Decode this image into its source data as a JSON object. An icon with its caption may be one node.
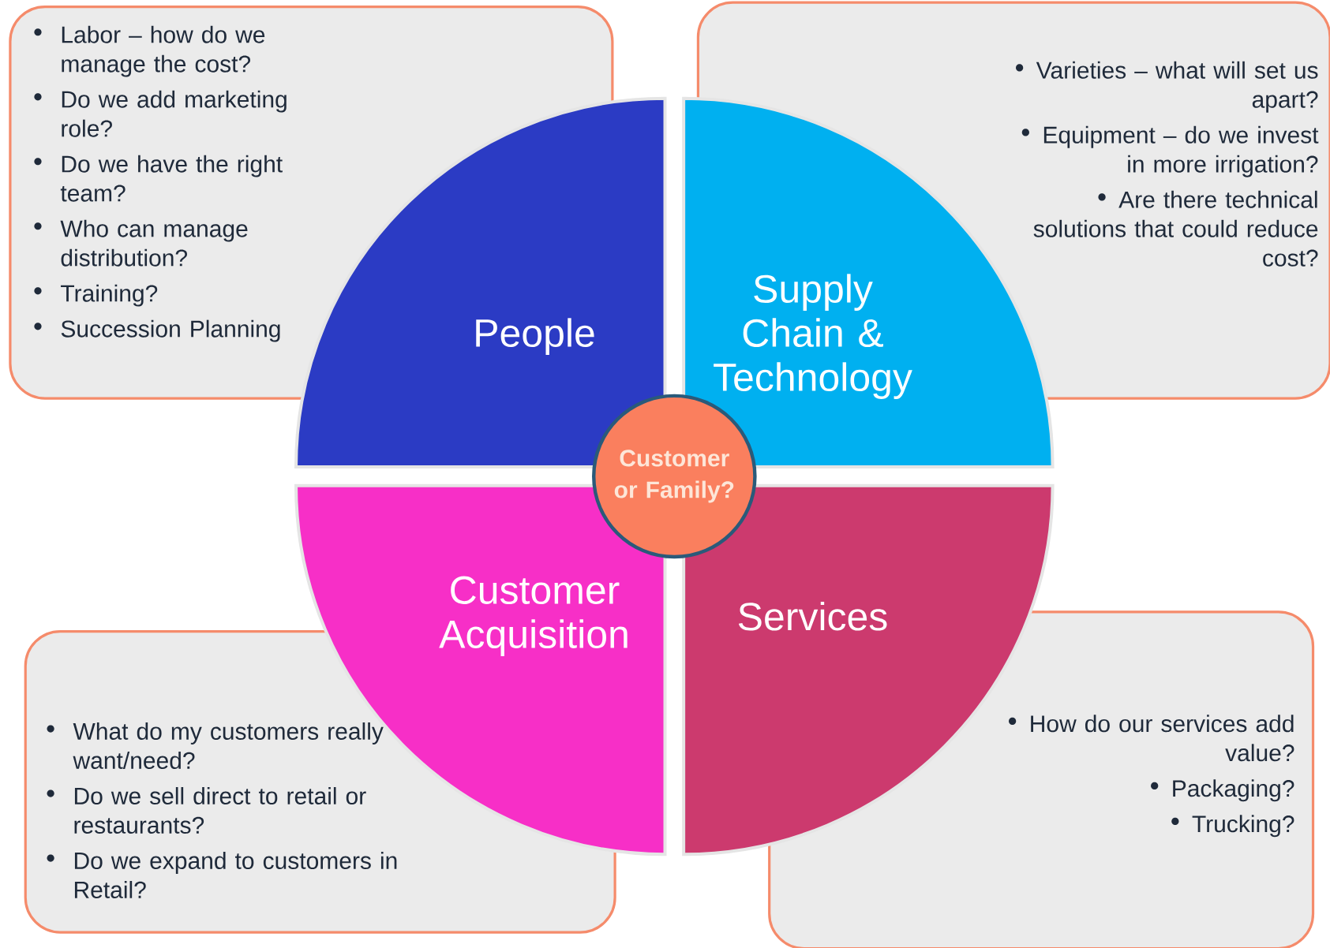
{
  "diagram": {
    "nodes": [
      {
        "text": [
          "Labor – how do we manage the cost?",
          "Do we add marketing role?",
          "Do we have the right team?",
          "Who can manage distribution?",
          "Training?",
          "Succession Planning"
        ]
      },
      {
        "text": [
          "People"
        ]
      },
      {
        "text": [
          "Varieties – what will set us apart?",
          "Equipment – do we invest in more irrigation?",
          "Are there technical solutions that could reduce cost?"
        ]
      },
      {
        "text": [
          "Supply Chain & Technology"
        ]
      },
      {
        "text": [
          "Customer or Family?"
        ]
      },
      {
        "text": [
          "Customer Acquisition"
        ]
      },
      {
        "text": [
          "Services"
        ]
      },
      {
        "text": [
          "What do my customers really want/need?",
          "Do we sell direct to retail or restaurants?",
          "Do we expand to customers in Retail?"
        ]
      },
      {
        "text": [
          "How do our services add value?",
          "Packaging?",
          "Trucking?"
        ]
      }
    ]
  }
}
